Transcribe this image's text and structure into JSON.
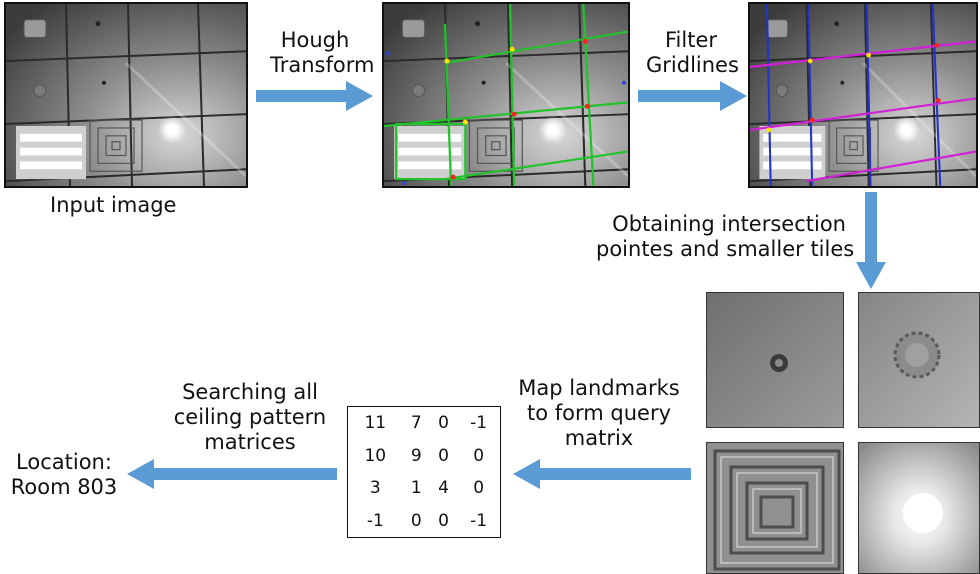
{
  "labels": {
    "input_image": "Input image",
    "hough_line1": "Hough",
    "hough_line2": "Transform",
    "filter_line1": "Filter",
    "filter_line2": "Gridlines",
    "obtain_line1": "Obtaining intersection",
    "obtain_line2": "pointes and smaller tiles",
    "map_line1": "Map landmarks",
    "map_line2": "to form query",
    "map_line3": "matrix",
    "search_line1": "Searching all",
    "search_line2": "ceiling pattern",
    "search_line3": "matrices",
    "location_line1": "Location:",
    "location_line2": "Room 803"
  },
  "matrix": [
    [
      "11",
      "7",
      "0",
      "-1"
    ],
    [
      "10",
      "9",
      "0",
      "0"
    ],
    [
      "3",
      "1",
      "4",
      "0"
    ],
    [
      "-1",
      "0",
      "0",
      "-1"
    ]
  ],
  "colors": {
    "arrow": "#5b9bd5",
    "hough_lines": "#22c32a",
    "filter_vertical": "#2233cc",
    "filter_horizontal": "#d21fd8"
  }
}
